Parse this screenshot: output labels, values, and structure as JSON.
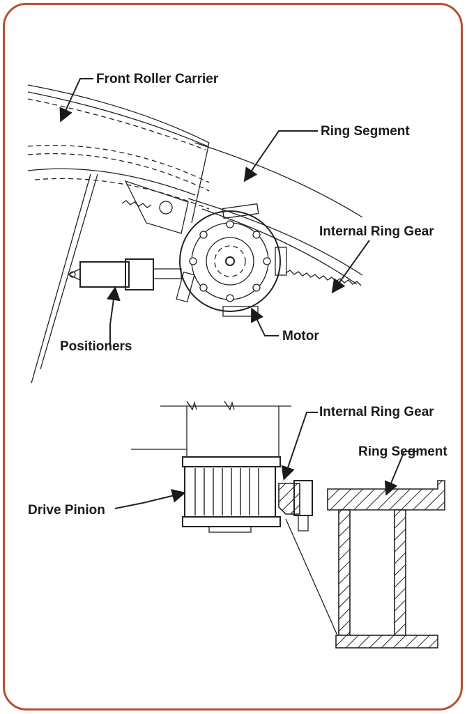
{
  "labels": {
    "front_roller_carrier": "Front Roller Carrier",
    "ring_segment_top": "Ring Segment",
    "internal_ring_gear_top": "Internal Ring Gear",
    "positioners": "Positioners",
    "motor": "Motor",
    "internal_ring_gear_bottom": "Internal Ring Gear",
    "ring_segment_bottom": "Ring Segment",
    "drive_pinion": "Drive Pinion"
  },
  "colors": {
    "border": "#b5502f",
    "ink": "#222222"
  }
}
